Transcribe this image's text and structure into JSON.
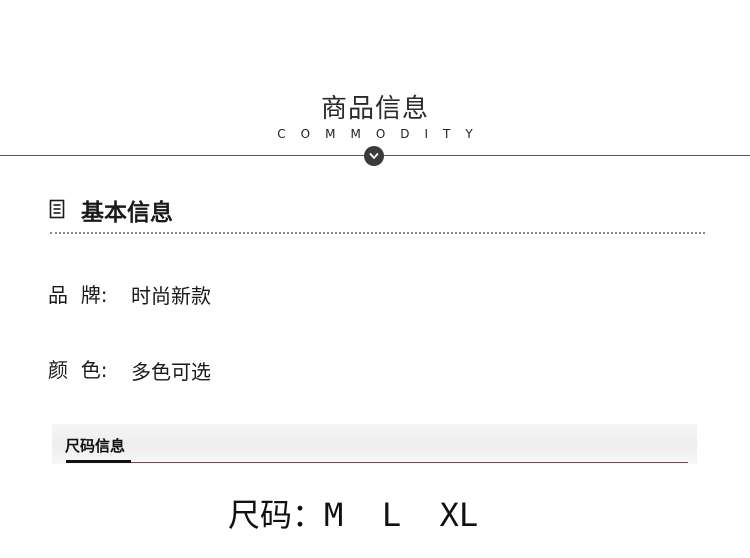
{
  "header": {
    "title": "商品信息",
    "subtitle": "COMMODITY",
    "badge_icon": "chevron-down-icon"
  },
  "section": {
    "icon": "document-list-icon",
    "title": "基本信息"
  },
  "info_rows": [
    {
      "label": "品  牌:",
      "value": "时尚新款"
    },
    {
      "label": "颜  色:",
      "value": "多色可选"
    }
  ],
  "size_section": {
    "heading": "尺码信息",
    "label": "尺码：",
    "values": "M  L  XL"
  },
  "colors": {
    "text": "#1a1a1a",
    "badge": "#3b3b3b",
    "divider": "#555555"
  }
}
